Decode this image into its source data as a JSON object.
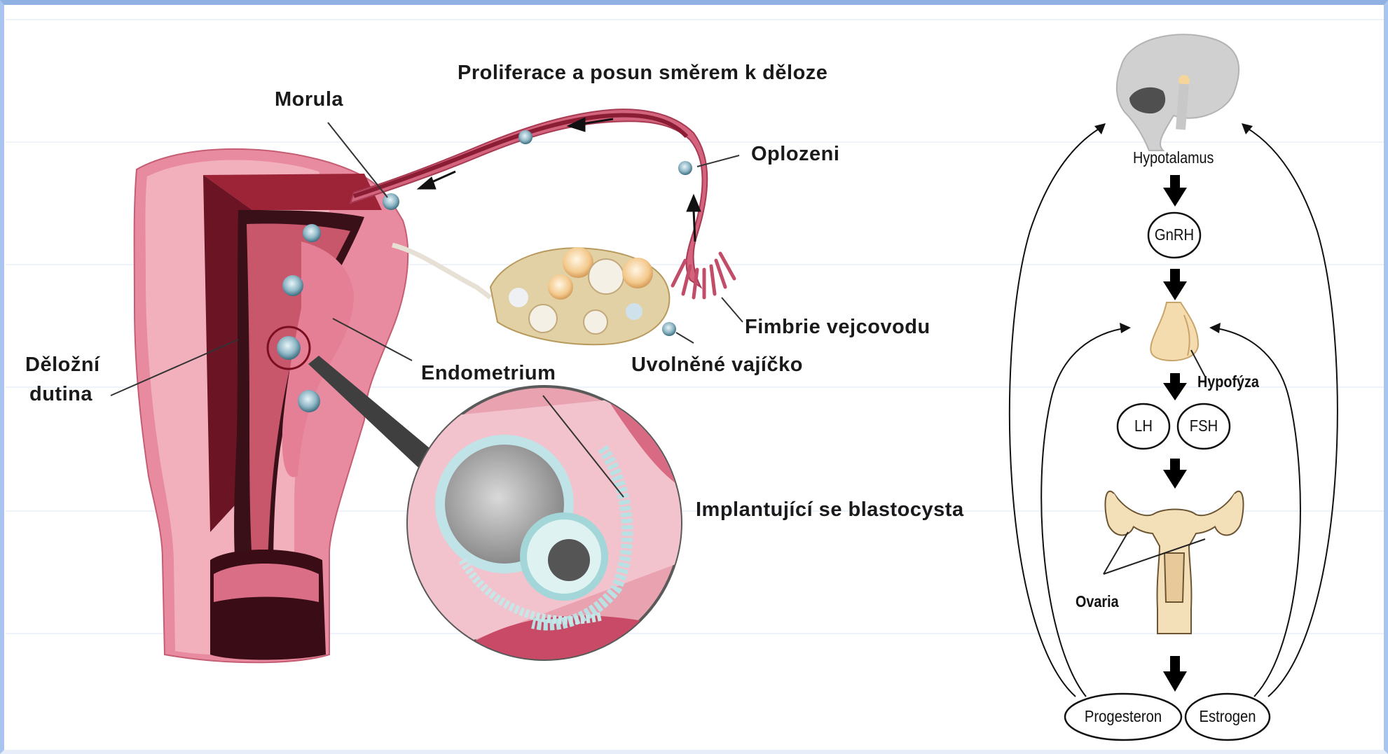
{
  "left_diagram": {
    "labels": {
      "proliferace": "Proliferace a posun směrem k děloze",
      "morula": "Morula",
      "oplozeni": "Oplozeni",
      "fimbrie": "Fimbrie vejcovodu",
      "uvolnene": "Uvolněné vajíčko",
      "endometrium": "Endometrium",
      "dutina_line1": "Děložní",
      "dutina_line2": "dutina",
      "implantujici": "Implantující se blastocysta"
    }
  },
  "right_diagram": {
    "hypotalamus": "Hypotalamus",
    "gnrh": "GnRH",
    "hypofyza": "Hypofýza",
    "lh": "LH",
    "fsh": "FSH",
    "ovaria": "Ovaria",
    "progesteron": "Progesteron",
    "estrogen": "Estrogen"
  },
  "colors": {
    "frame_border": "#a9c4ee",
    "uterus_pink": "#e98ba0",
    "uterus_dark": "#7a1c2b",
    "hormone_outline": "#111111",
    "pituitary": "#f5dcae"
  }
}
